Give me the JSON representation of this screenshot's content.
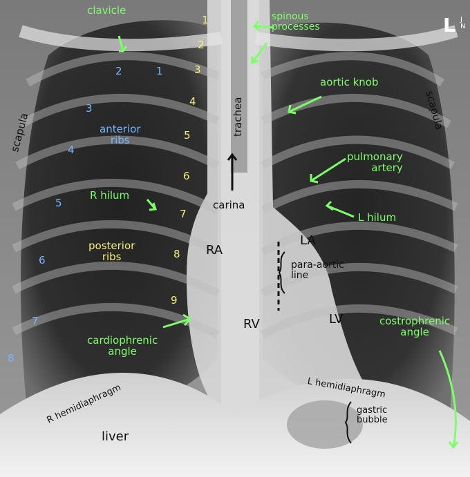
{
  "marker": {
    "side": "L",
    "initials": "J\nN"
  },
  "labels": {
    "clavicle": "clavicle",
    "spinous": "spinous\nprocesses",
    "aortic_knob": "aortic knob",
    "trachea": "trachea",
    "scapula_left": "scapula",
    "scapula_right": "scapula",
    "anterior_ribs": "anterior\nribs",
    "pulmonary_artery": "pulmonary\nartery",
    "r_hilum": "R hilum",
    "carina": "carina",
    "l_hilum": "L hilum",
    "la": "LA",
    "ra": "RA",
    "para_aortic": "para-aortic\nline",
    "posterior_ribs": "posterior\nribs",
    "rv": "RV",
    "lv": "LV",
    "costrophrenic": "costrophrenic\nangle",
    "cardiophrenic": "cardiophrenic\nangle",
    "r_hemidiaphragm": "R hemidiaphragm",
    "l_hemidiaphragm": "L hemidiaphragm",
    "gastric_bubble": "gastric\nbubble",
    "liver": "liver"
  },
  "anterior_rib_numbers": [
    "1",
    "2",
    "3",
    "4",
    "5",
    "6",
    "7",
    "8"
  ],
  "posterior_rib_numbers": [
    "1",
    "2",
    "3",
    "4",
    "5",
    "6",
    "7",
    "8",
    "9"
  ],
  "colors": {
    "green": "#7dff6a",
    "yellow": "#f5f07a",
    "blue": "#77b6ff",
    "black": "#111111",
    "white": "#ffffff"
  }
}
